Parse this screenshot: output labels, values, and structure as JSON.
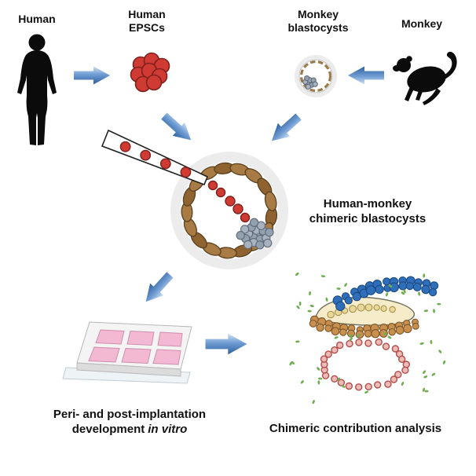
{
  "labels": {
    "human": "Human",
    "human_epscs_line1": "Human",
    "human_epscs_line2": "EPSCs",
    "monkey_blastocysts_line1": "Monkey",
    "monkey_blastocysts_line2": "blastocysts",
    "monkey": "Monkey",
    "chimeric_line1": "Human-monkey",
    "chimeric_line2": "chimeric blastocysts",
    "dev_line1": "Peri- and post-implantation",
    "dev_line2_text": "development",
    "dev_line2_italic": "in vitro",
    "analysis": "Chimeric contribution analysis"
  },
  "figures": [
    "human-silhouette",
    "monkey-silhouette",
    "human-epsc-cluster",
    "monkey-blastocyst",
    "chimeric-blastocyst",
    "micropipette",
    "culture-plate",
    "embryo-outgrowth",
    "flow-arrows"
  ],
  "colors": {
    "silhouette": "#0b0b0b",
    "arrow_light": "#cfe1f4",
    "arrow_mid": "#6f9cd2",
    "arrow_dark": "#2e5f9f",
    "red_cell": "#cf3b33",
    "red_cell_stroke": "#7e201c",
    "trophoblast_fill": "#a87a44",
    "trophoblast_dark": "#8f6330",
    "trophoblast_stroke": "#5a401e",
    "icm_fill": "#93a0ae",
    "icm_light": "#a9b3c0",
    "icm_stroke": "#5f6a7a",
    "zona_gray": "#ececec",
    "well_pink": "#f3b9d2",
    "well_stroke": "#cd8fae",
    "blue_cells": "#2f6fba",
    "blue_stroke": "#1c4a84",
    "brown_cells": "#c98f4e",
    "brown_stroke": "#7d5526",
    "yellow_cells": "#e9d89b",
    "yellow_stroke": "#a8924a",
    "red_ring_fill": "#eebab6",
    "red_ring": "#b14d4a",
    "green_dots": "#6fae4e",
    "cream": "#f6ecc9",
    "cream_stroke": "#70705e"
  }
}
